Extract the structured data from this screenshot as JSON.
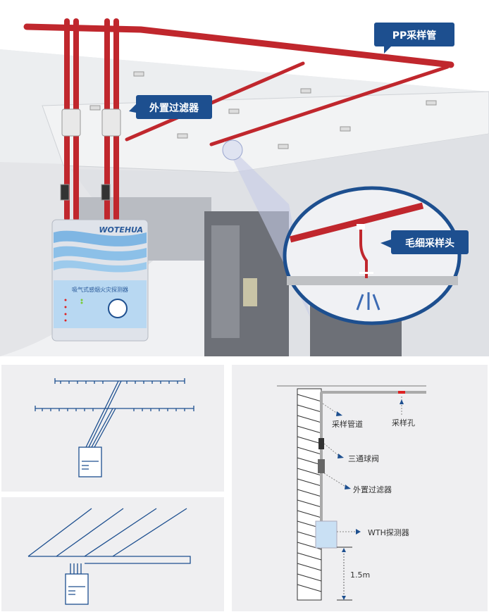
{
  "callouts": {
    "pipe": "PP采样管",
    "filter": "外置过滤器",
    "capillary": "毛细采样头"
  },
  "detector": {
    "brand": "WOTEHUA",
    "title": "吸气式感烟火灾探测器"
  },
  "install_diagram": {
    "sampling_pipe": "采样管道",
    "sampling_hole": "采样孔",
    "ball_valve": "三通球阀",
    "filter": "外置过滤器",
    "detector": "WTH探测器",
    "height": "1.5m"
  },
  "colors": {
    "pipe_red": "#c0272d",
    "label_blue": "#1d4f8f",
    "panel_bg": "#efeff1"
  }
}
